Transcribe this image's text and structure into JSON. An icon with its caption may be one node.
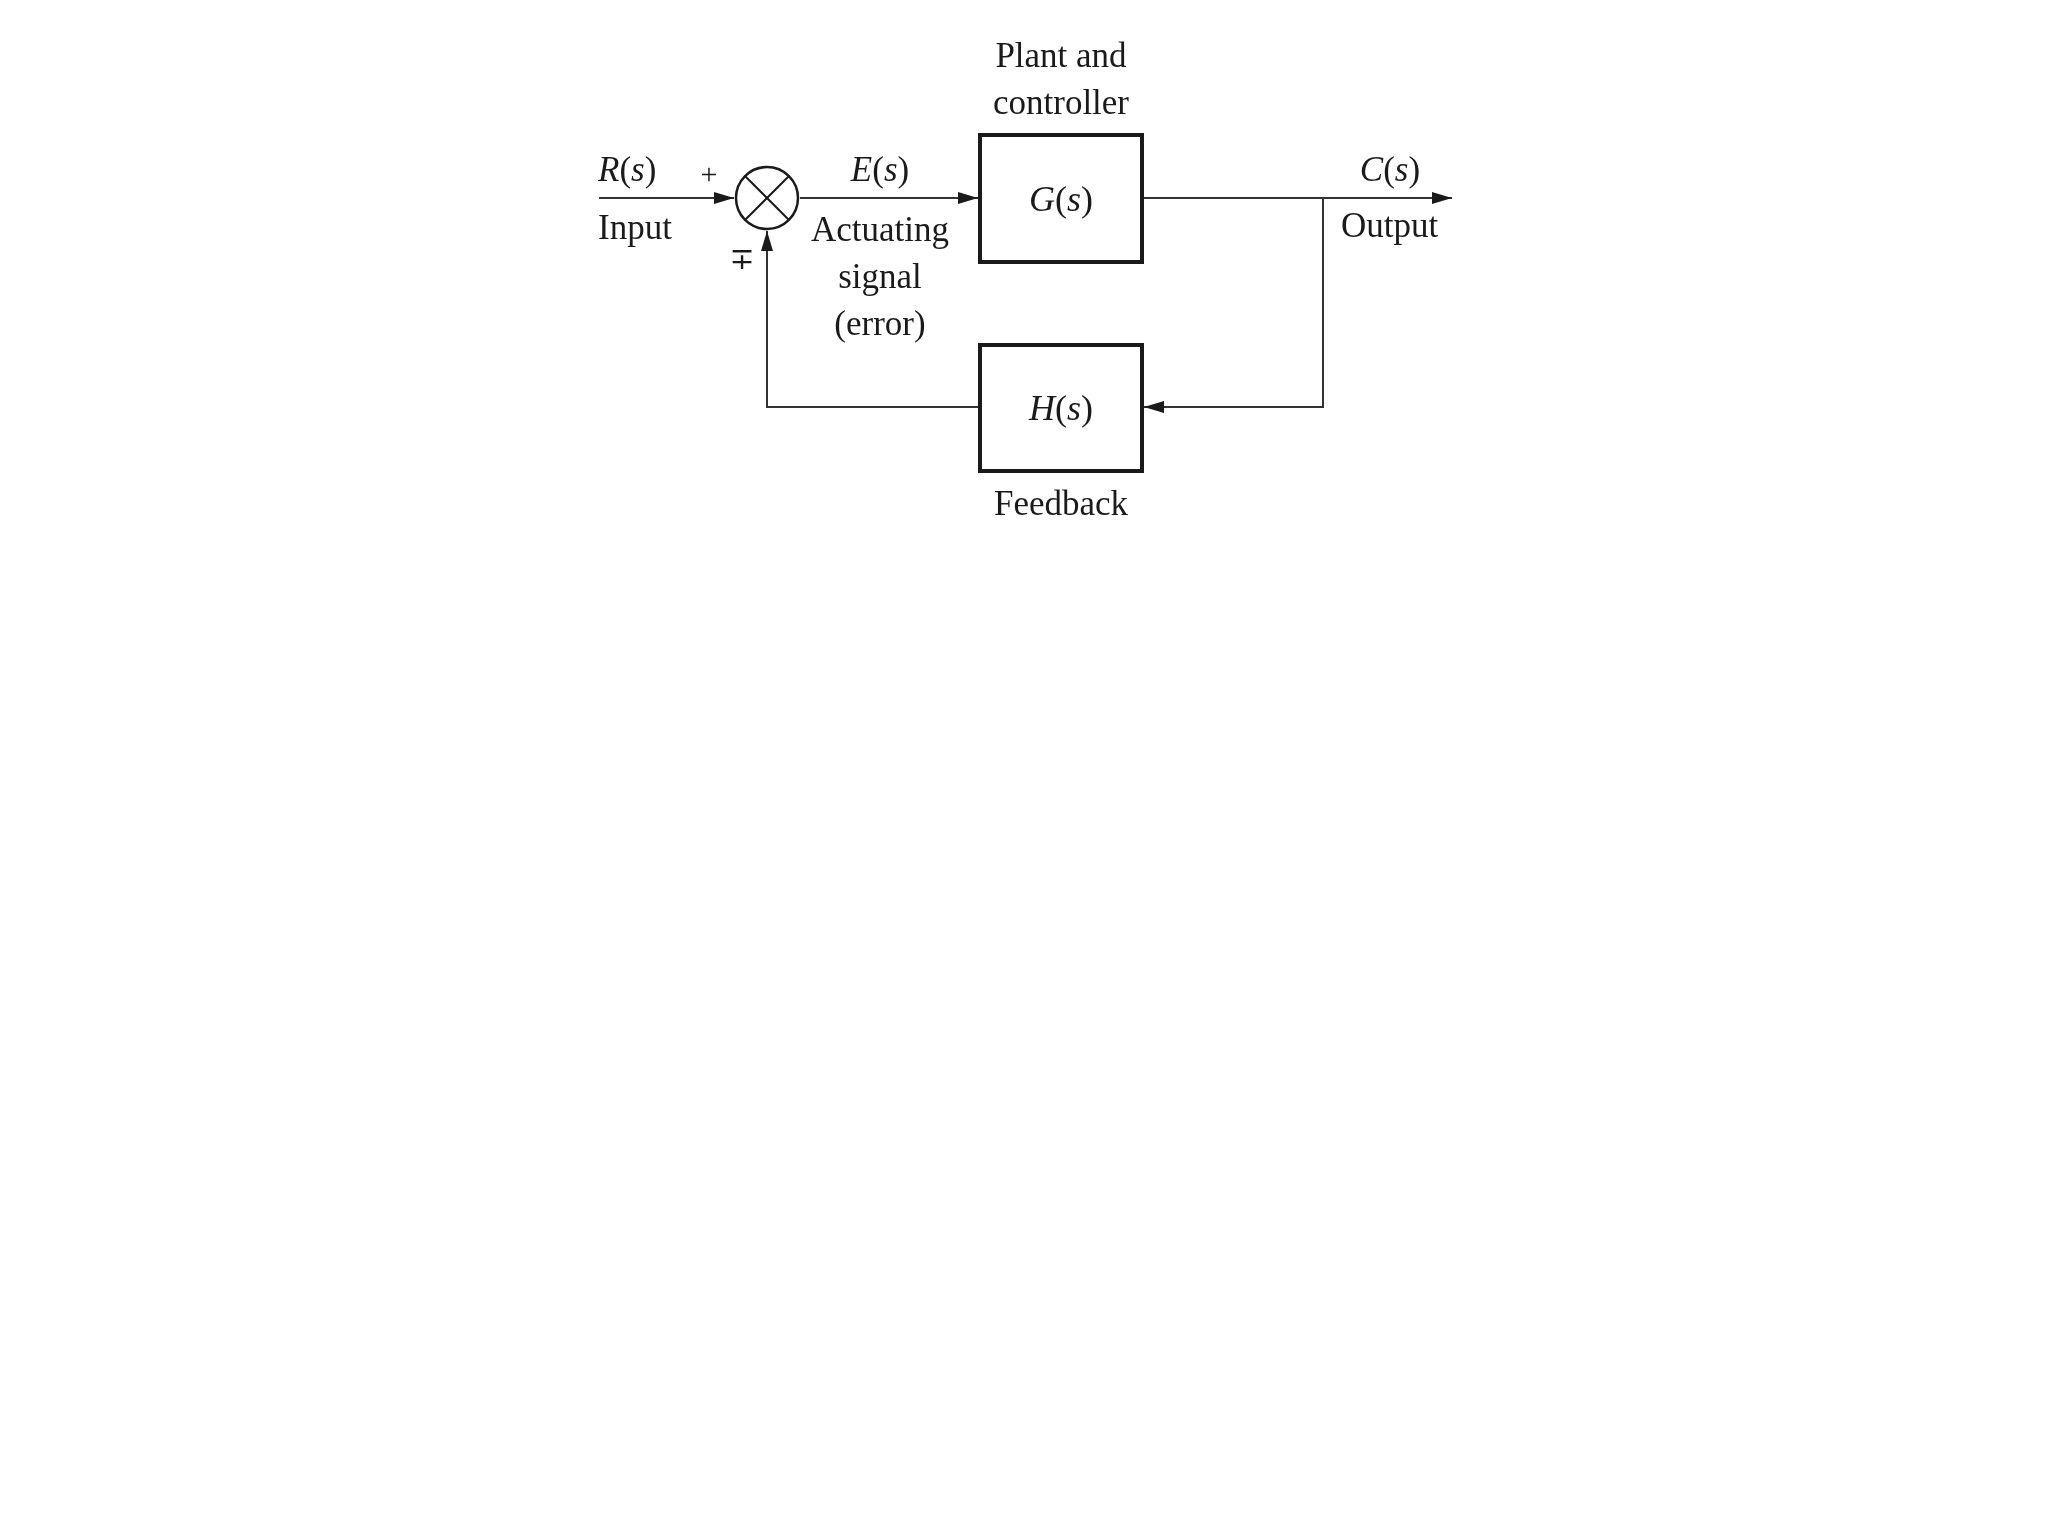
{
  "diagram": {
    "nodes": [
      {
        "text": [],
        "shape": "circle"
      },
      {
        "text": [
          "*G*(*s*)"
        ],
        "beside": [
          "Plant and controller"
        ]
      },
      {
        "text": [
          "*H*(*s*)"
        ],
        "beside": [
          "Feedback"
        ]
      },
      {
        "text": [
          "Output"
        ]
      }
    ],
    "edges": [
      {
        "from": null,
        "to": 0,
        "arrow": "to",
        "label": "*R*(*s*)"
      },
      {
        "from": 0,
        "to": 1,
        "arrow": "to",
        "label": "*E*(*s*)"
      },
      {
        "from": 1,
        "to": 3,
        "arrow": "to",
        "label": "*C*(*s*)"
      },
      {
        "from": 1,
        "to": 2,
        "arrow": "to"
      },
      {
        "from": 2,
        "to": 0,
        "arrow": "to"
      }
    ],
    "labels": [
      "+",
      "Input",
      "∓",
      "Actuating signal (error)"
    ]
  }
}
